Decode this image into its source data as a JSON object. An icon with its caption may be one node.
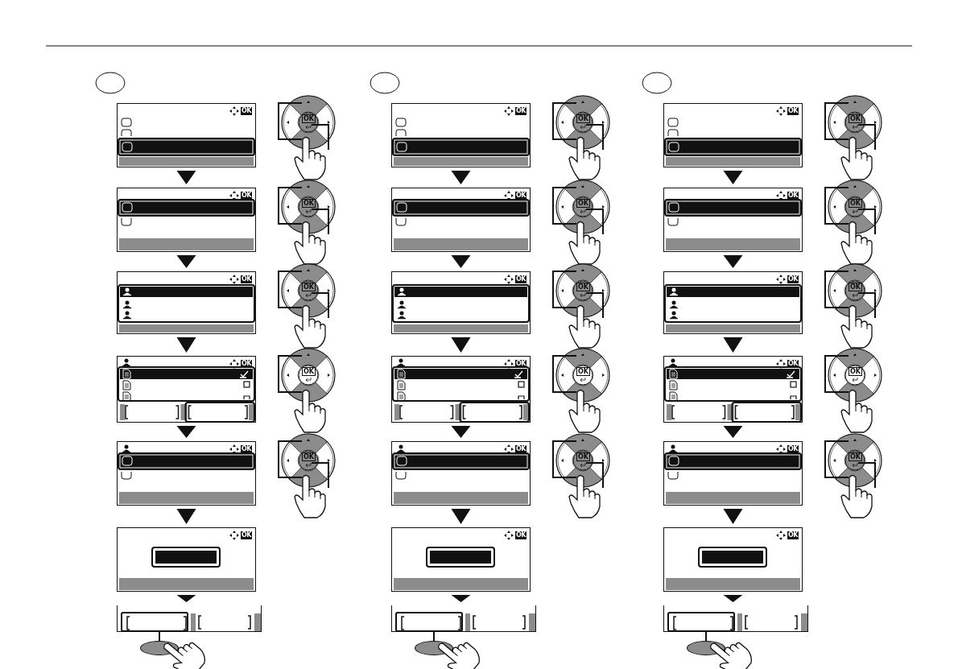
{
  "diagram": {
    "nodes": [
      {
        "text": [],
        "shape": "box"
      },
      {
        "text": [],
        "shape": "box"
      },
      {
        "text": [],
        "shape": "box"
      },
      {
        "text": [],
        "shape": "box"
      },
      {
        "text": [],
        "shape": "box"
      },
      {
        "text": [],
        "shape": "box"
      },
      {
        "text": [],
        "shape": "bar"
      },
      {
        "text": [],
        "shape": "box",
        "in": 6
      },
      {
        "text": [],
        "shape": "oval"
      },
      {
        "text": [],
        "shape": "box"
      },
      {
        "text": [],
        "shape": "box"
      },
      {
        "text": [],
        "shape": "box"
      },
      {
        "text": [],
        "shape": "box"
      },
      {
        "text": [],
        "shape": "box"
      },
      {
        "text": [],
        "shape": "box"
      },
      {
        "text": [],
        "shape": "bar"
      },
      {
        "text": [],
        "shape": "box",
        "in": 15
      },
      {
        "text": [],
        "shape": "oval"
      },
      {
        "text": [],
        "shape": "box"
      },
      {
        "text": [],
        "shape": "box"
      },
      {
        "text": [],
        "shape": "box"
      },
      {
        "text": [],
        "shape": "box"
      },
      {
        "text": [],
        "shape": "box"
      },
      {
        "text": [],
        "shape": "box"
      },
      {
        "text": [],
        "shape": "bar"
      },
      {
        "text": [],
        "shape": "box",
        "in": 24
      },
      {
        "text": [],
        "shape": "oval"
      }
    ],
    "edges": [
      {
        "from": 0,
        "to": 1,
        "arrow": "to"
      },
      {
        "from": 1,
        "to": 2,
        "arrow": "to"
      },
      {
        "from": 2,
        "to": 3,
        "arrow": "to"
      },
      {
        "from": 3,
        "to": 4,
        "arrow": "to"
      },
      {
        "from": 4,
        "to": 5,
        "arrow": "to"
      },
      {
        "from": 5,
        "to": 6,
        "arrow": "to"
      },
      {
        "from": 8,
        "to": 7,
        "arrow": "none"
      },
      {
        "from": 9,
        "to": 10,
        "arrow": "to"
      },
      {
        "from": 10,
        "to": 11,
        "arrow": "to"
      },
      {
        "from": 11,
        "to": 12,
        "arrow": "to"
      },
      {
        "from": 12,
        "to": 13,
        "arrow": "to"
      },
      {
        "from": 13,
        "to": 14,
        "arrow": "to"
      },
      {
        "from": 14,
        "to": 15,
        "arrow": "to"
      },
      {
        "from": 17,
        "to": 16,
        "arrow": "none"
      },
      {
        "from": 18,
        "to": 19,
        "arrow": "to"
      },
      {
        "from": 19,
        "to": 20,
        "arrow": "to"
      },
      {
        "from": 20,
        "to": 21,
        "arrow": "to"
      },
      {
        "from": 21,
        "to": 22,
        "arrow": "to"
      },
      {
        "from": 22,
        "to": 23,
        "arrow": "to"
      },
      {
        "from": 23,
        "to": 24,
        "arrow": "to"
      },
      {
        "from": 26,
        "to": 25,
        "arrow": "none"
      }
    ],
    "labels": [
      "OK",
      "OK",
      "OK",
      "OK",
      "OK",
      "OK",
      "OK",
      "OK",
      "OK",
      "OK",
      "OK",
      "OK",
      "OK",
      "OK",
      "OK",
      "OK",
      "OK",
      "OK",
      "OK",
      "OK",
      "OK",
      "OK",
      "OK",
      "OK",
      "OK",
      "OK",
      "OK",
      "OK",
      "OK",
      "OK",
      "OK",
      "OK",
      "OK"
    ]
  }
}
